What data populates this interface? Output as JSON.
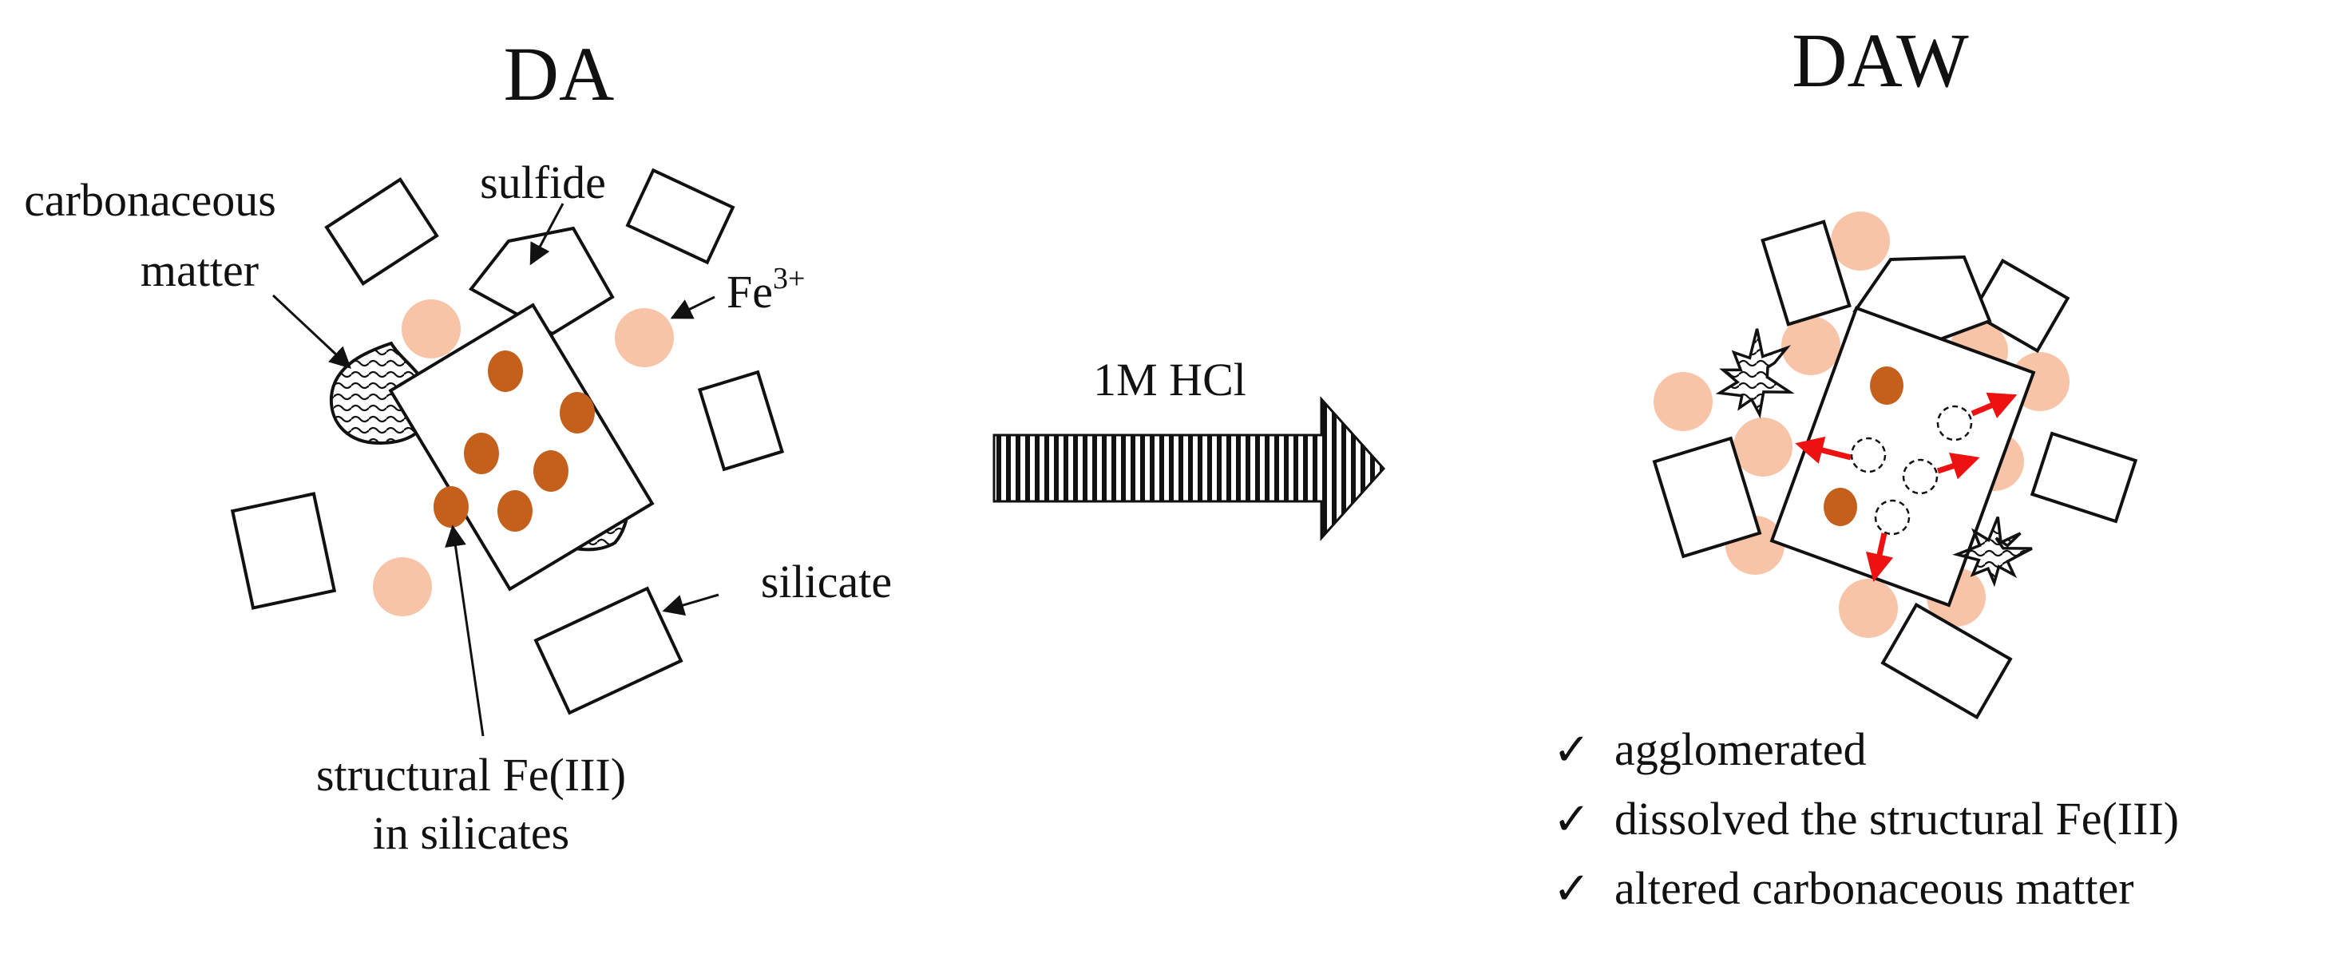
{
  "left_panel": {
    "title": "DA",
    "labels": {
      "carbonaceous_line1": "carbonaceous",
      "carbonaceous_line2": "matter",
      "sulfide": "sulfide",
      "fe_ion": "Fe",
      "fe_ion_charge": "3+",
      "silicate": "silicate",
      "structural_line1": "structural Fe(III)",
      "structural_line2": "in silicates"
    }
  },
  "arrow": {
    "label": "1M HCl"
  },
  "right_panel": {
    "title": "DAW",
    "observations": [
      "agglomerated",
      "dissolved the structural Fe(III)",
      "altered carbonaceous matter"
    ],
    "check_mark": "✓"
  },
  "colors": {
    "fe3_ion": "#f8c4a8",
    "structural_fe": "#c4601c",
    "migration_arrow": "#ee1111",
    "outline": "#111111"
  }
}
